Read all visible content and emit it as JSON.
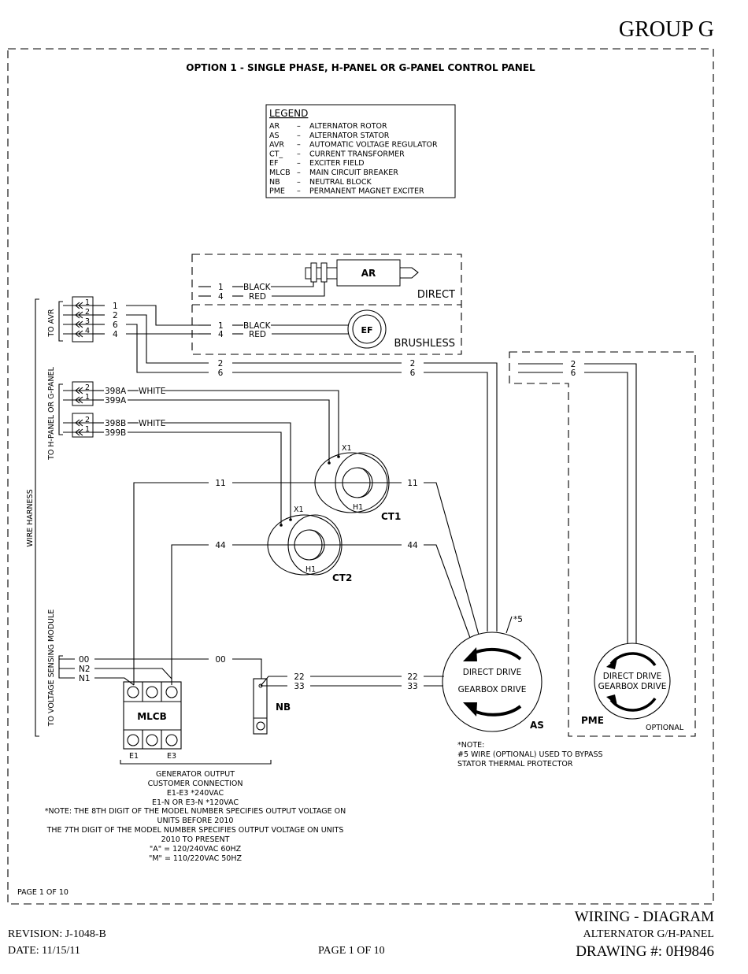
{
  "header": {
    "group": "GROUP G",
    "diagram_title": "OPTION 1 - SINGLE PHASE, H-PANEL OR G-PANEL CONTROL PANEL"
  },
  "legend": {
    "title": "LEGEND",
    "items": [
      {
        "abbr": "AR",
        "desc": "ALTERNATOR ROTOR"
      },
      {
        "abbr": "AS",
        "desc": "ALTERNATOR STATOR"
      },
      {
        "abbr": "AVR",
        "desc": "AUTOMATIC VOLTAGE REGULATOR"
      },
      {
        "abbr": "CT_",
        "desc": "CURRENT TRANSFORMER"
      },
      {
        "abbr": "EF",
        "desc": "EXCITER FIELD"
      },
      {
        "abbr": "MLCB",
        "desc": "MAIN CIRCUIT BREAKER"
      },
      {
        "abbr": "NB",
        "desc": "NEUTRAL BLOCK"
      },
      {
        "abbr": "PME",
        "desc": "PERMANENT MAGNET EXCITER"
      }
    ]
  },
  "harness": {
    "label": "WIRE HARNESS",
    "to_avr": "TO AVR",
    "to_panel": "TO H-PANEL OR G-PANEL",
    "to_vsm": "TO VOLTAGE SENSING MODULE",
    "avr_pins": [
      "1",
      "2",
      "3",
      "4"
    ],
    "avr_wires": [
      "1",
      "2",
      "6",
      "4"
    ],
    "panel_conn_a_pins": [
      "2",
      "1"
    ],
    "panel_conn_a_wires": [
      "398A",
      "399A"
    ],
    "panel_conn_b_pins": [
      "2",
      "1"
    ],
    "panel_conn_b_wires": [
      "398B",
      "399B"
    ],
    "white": "WHITE",
    "vsm_wires": [
      "00",
      "N2",
      "N1"
    ]
  },
  "rotor": {
    "direct_label": "DIRECT",
    "brushless_label": "BRUSHLESS",
    "ar": "AR",
    "ef": "EF",
    "wire_1": "1",
    "wire_4": "4",
    "black": "BLACK",
    "red": "RED"
  },
  "wires": {
    "w2": "2",
    "w6": "6",
    "w11": "11",
    "w44": "44",
    "w00": "00",
    "w22": "22",
    "w33": "33",
    "w5": "*5"
  },
  "ct": {
    "ct1": "CT1",
    "ct2": "CT2",
    "x1": "X1",
    "h1": "H1"
  },
  "stator": {
    "label": "AS",
    "direct": "DIRECT DRIVE",
    "gearbox": "GEARBOX DRIVE"
  },
  "pme": {
    "label": "PME",
    "direct": "DIRECT DRIVE",
    "gearbox": "GEARBOX DRIVE",
    "optional": "OPTIONAL"
  },
  "mlcb": {
    "label": "MLCB",
    "e1": "E1",
    "e3": "E3"
  },
  "nb": {
    "label": "NB"
  },
  "notes": {
    "wire5": [
      "*NOTE:",
      "#5 WIRE (OPTIONAL) USED TO BYPASS",
      "STATOR THERMAL PROTECTOR"
    ],
    "output": [
      "GENERATOR OUTPUT",
      "CUSTOMER CONNECTION",
      "E1-E3 *240VAC",
      "E1-N OR E3-N *120VAC",
      "*NOTE: THE 8TH DIGIT OF THE MODEL NUMBER SPECIFIES OUTPUT VOLTAGE ON",
      "UNITS BEFORE 2010",
      "THE 7TH DIGIT OF THE MODEL NUMBER SPECIFIES OUTPUT VOLTAGE ON UNITS",
      "2010 TO PRESENT",
      "\"A\" = 120/240VAC 60HZ",
      "\"M\" = 110/220VAC 50HZ"
    ]
  },
  "footer": {
    "page_inner": "PAGE 1 OF 10",
    "wiring_diagram": "WIRING - DIAGRAM",
    "alternator": "ALTERNATOR G/H-PANEL",
    "revision": "REVISION: J-1048-B",
    "date": "DATE: 11/15/11",
    "page": "PAGE 1 OF 10",
    "drawing": "DRAWING #: 0H9846"
  }
}
